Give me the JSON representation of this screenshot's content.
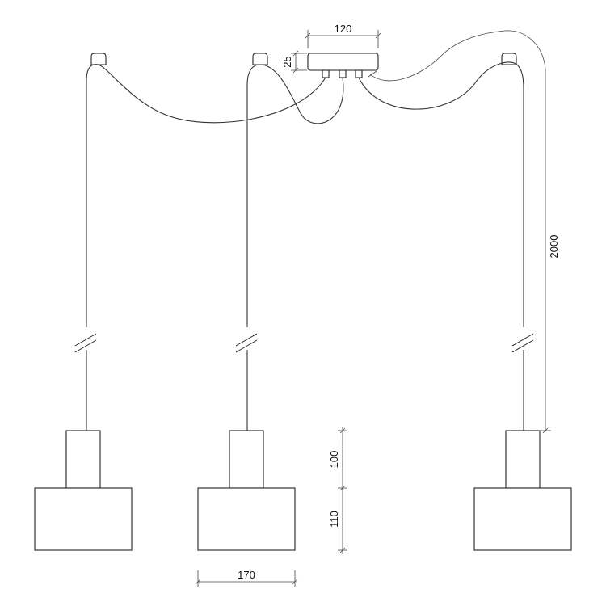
{
  "dimensions": {
    "canopy_width": "120",
    "canopy_height": "25",
    "cable_length": "2000",
    "holder_height": "100",
    "shade_height": "110",
    "shade_width": "170"
  }
}
